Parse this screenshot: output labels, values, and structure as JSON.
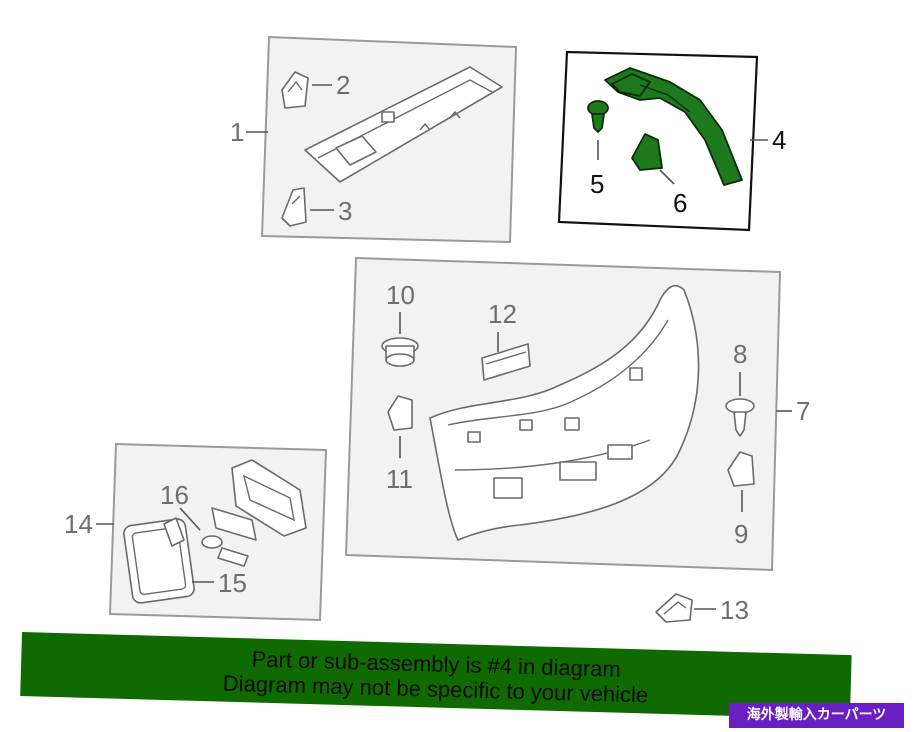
{
  "callouts": {
    "c1": "1",
    "c2": "2",
    "c3": "3",
    "c4": "4",
    "c5": "5",
    "c6": "6",
    "c7": "7",
    "c8": "8",
    "c9": "9",
    "c10": "10",
    "c11": "11",
    "c12": "12",
    "c13": "13",
    "c14": "14",
    "c15": "15",
    "c16": "16"
  },
  "banner": {
    "line1": "Part or sub-assembly is #4 in diagram",
    "line2": "Diagram may not be specific to your vehicle"
  },
  "stamp": {
    "text": "海外製輸入カーパーツ"
  },
  "colors": {
    "highlight": "#1c7a1c",
    "banner": "#0f6b00",
    "stamp": "#6a1fc2"
  }
}
